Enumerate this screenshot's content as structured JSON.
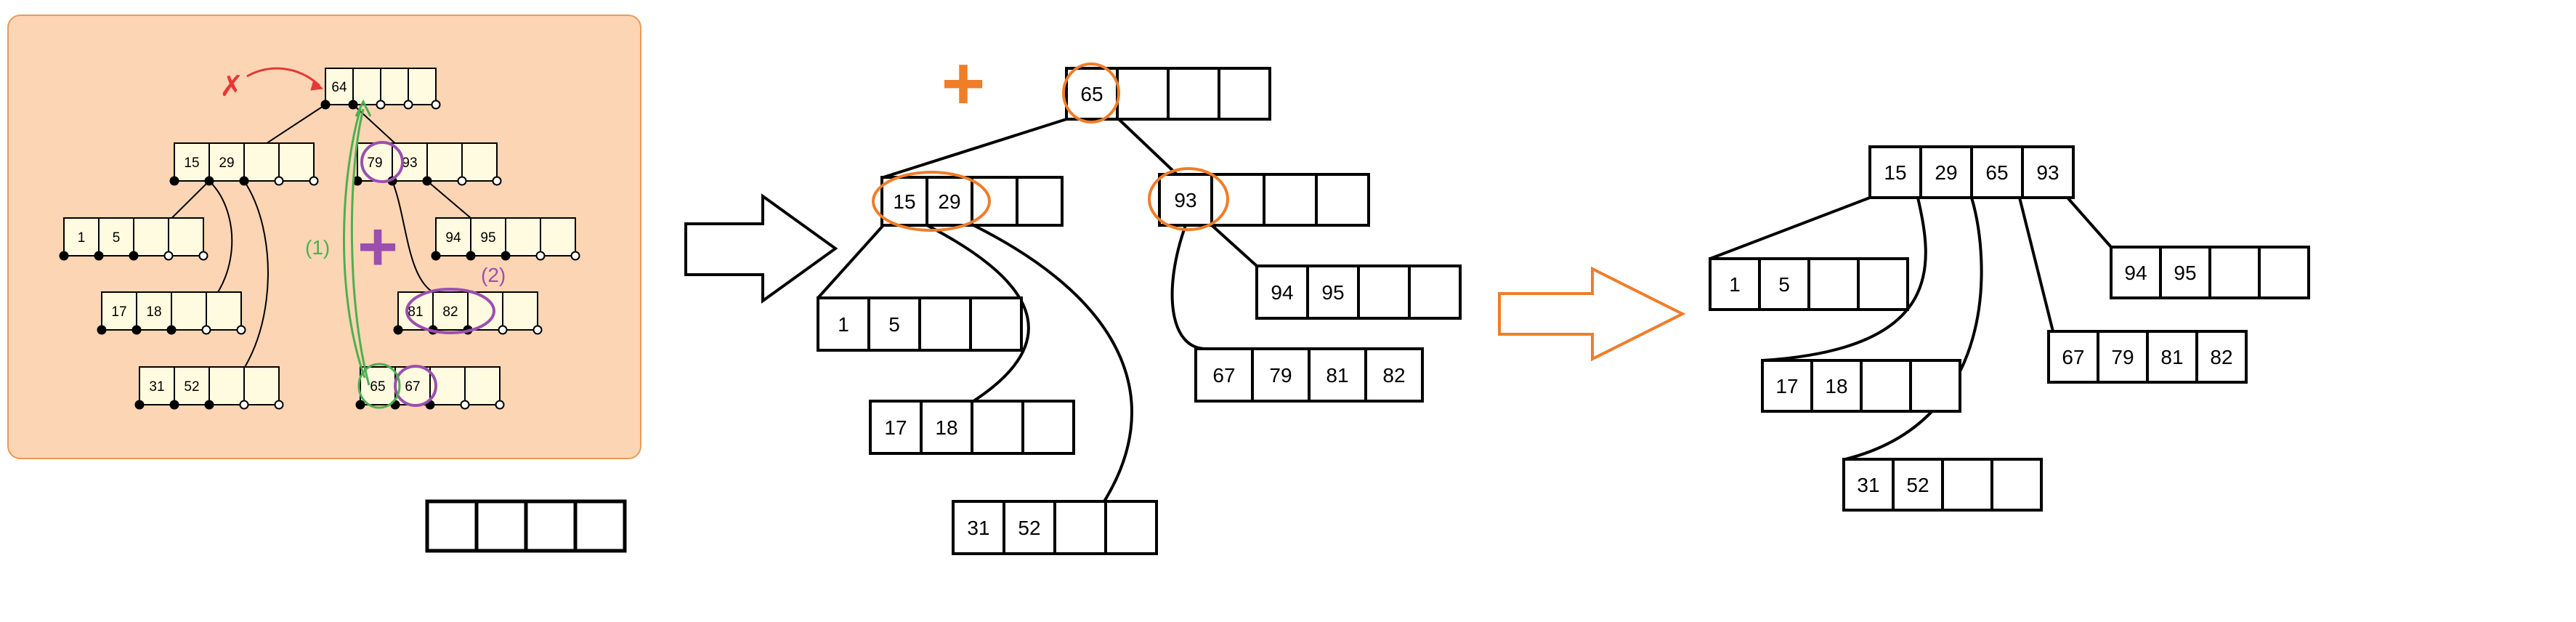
{
  "colors": {
    "panel_bg": "#fcd5b4",
    "panel_border": "#e89a5a",
    "orange": "#f07d28",
    "green": "#4caf50",
    "purple": "#9b4fb0",
    "red": "#e53935",
    "cell_fill_small": "#fffbe0"
  },
  "left_panel": {
    "root_keys": [
      "64",
      "",
      "",
      ""
    ],
    "node_15_29": [
      "15",
      "29",
      "",
      ""
    ],
    "node_79_93": [
      "79",
      "93",
      "",
      ""
    ],
    "node_1_5": [
      "1",
      "5",
      "",
      ""
    ],
    "node_17_18": [
      "17",
      "18",
      "",
      ""
    ],
    "node_31_52": [
      "31",
      "52",
      "",
      ""
    ],
    "node_94_95": [
      "94",
      "95",
      "",
      ""
    ],
    "node_81_82": [
      "81",
      "82",
      "",
      ""
    ],
    "node_65_67": [
      "65",
      "67",
      "",
      ""
    ],
    "label_step1": "(1)",
    "label_step2": "(2)",
    "delete_mark": "✗",
    "plus_mark": "+"
  },
  "empty_node": [
    "",
    "",
    "",
    ""
  ],
  "middle_tree": {
    "plus_mark": "+",
    "root": [
      "65",
      "",
      "",
      ""
    ],
    "left": [
      "15",
      "29",
      "",
      ""
    ],
    "right": [
      "93",
      "",
      "",
      ""
    ],
    "leaf_1_5": [
      "1",
      "5",
      "",
      ""
    ],
    "leaf_17_18": [
      "17",
      "18",
      "",
      ""
    ],
    "leaf_31_52": [
      "31",
      "52",
      "",
      ""
    ],
    "leaf_94_95": [
      "94",
      "95",
      "",
      ""
    ],
    "leaf_67_82": [
      "67",
      "79",
      "81",
      "82"
    ]
  },
  "right_tree": {
    "root": [
      "15",
      "29",
      "65",
      "93"
    ],
    "leaf_1_5": [
      "1",
      "5",
      "",
      ""
    ],
    "leaf_17_18": [
      "17",
      "18",
      "",
      ""
    ],
    "leaf_31_52": [
      "31",
      "52",
      "",
      ""
    ],
    "leaf_67_82": [
      "67",
      "79",
      "81",
      "82"
    ],
    "leaf_94_95": [
      "94",
      "95",
      "",
      ""
    ]
  }
}
